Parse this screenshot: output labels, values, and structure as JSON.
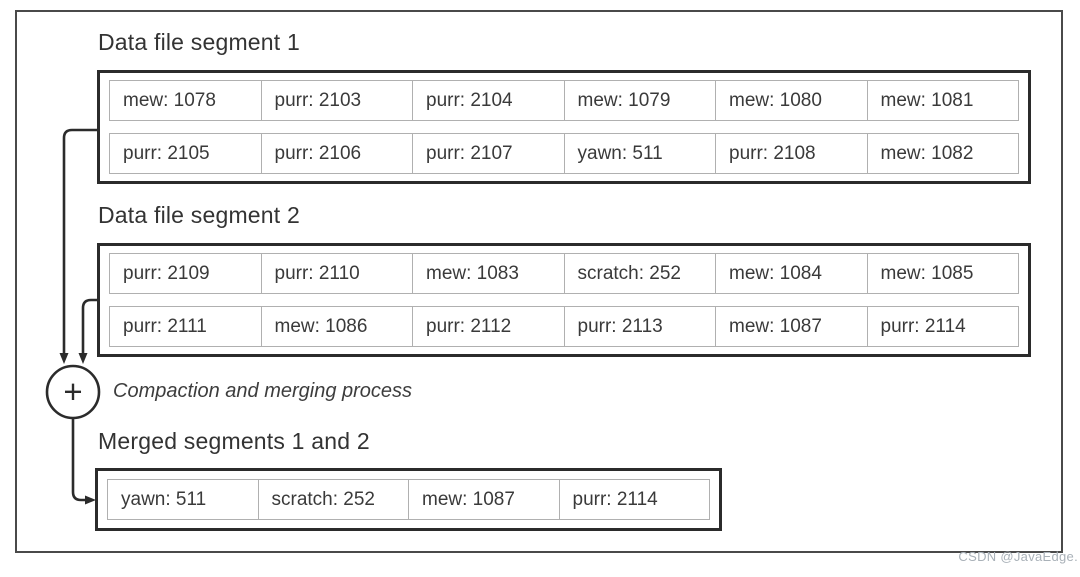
{
  "figure": {
    "segment1": {
      "title": "Data file segment 1",
      "rows": [
        [
          "mew: 1078",
          "purr: 2103",
          "purr: 2104",
          "mew: 1079",
          "mew: 1080",
          "mew: 1081"
        ],
        [
          "purr: 2105",
          "purr: 2106",
          "purr: 2107",
          "yawn: 511",
          "purr: 2108",
          "mew: 1082"
        ]
      ]
    },
    "segment2": {
      "title": "Data file segment 2",
      "rows": [
        [
          "purr: 2109",
          "purr: 2110",
          "mew: 1083",
          "scratch: 252",
          "mew: 1084",
          "mew: 1085"
        ],
        [
          "purr: 2111",
          "mew: 1086",
          "purr: 2112",
          "purr: 2113",
          "mew: 1087",
          "purr: 2114"
        ]
      ]
    },
    "process": {
      "operator": "+",
      "label": "Compaction and merging process"
    },
    "merged": {
      "title": "Merged segments 1 and 2",
      "rows": [
        [
          "yawn: 511",
          "scratch: 252",
          "mew: 1087",
          "purr: 2114"
        ]
      ]
    }
  },
  "watermark": "CSDN @JavaEdge.",
  "colors": {
    "box_border": "#2b2b2b",
    "cell_border": "#b0b0b0",
    "text": "#3a3a3a",
    "frame_border": "#4a4a4a",
    "watermark": "#a9b1b8"
  }
}
